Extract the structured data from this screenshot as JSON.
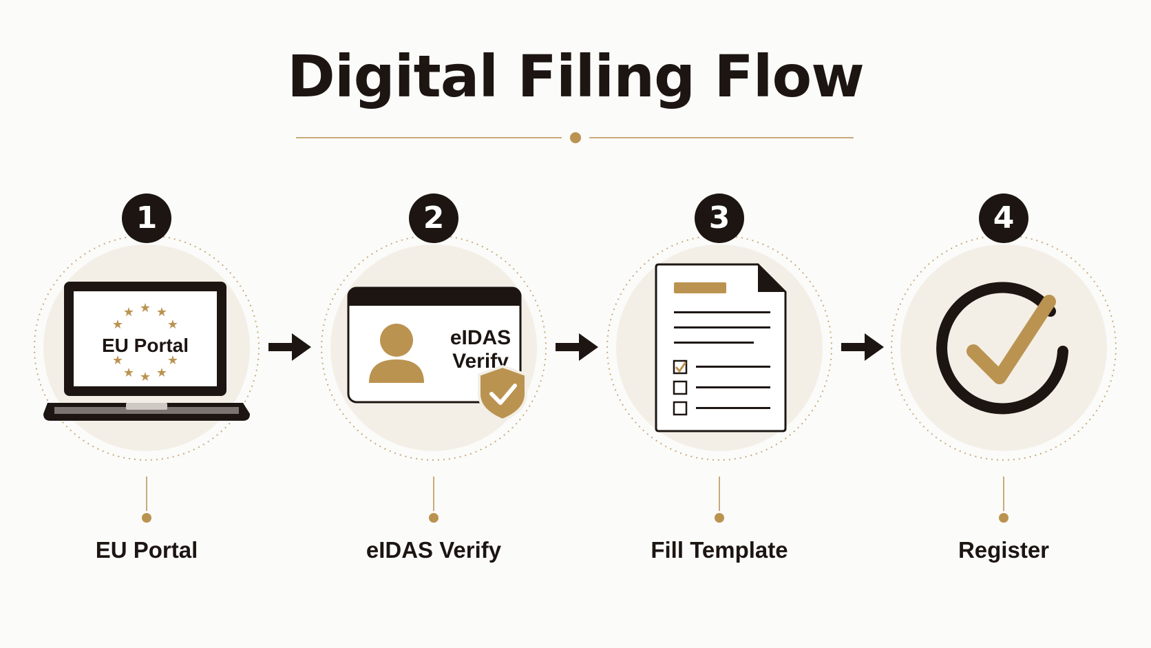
{
  "title": "Digital Filing Flow",
  "colors": {
    "ink": "#1c1511",
    "gold": "#bb9350",
    "circle_fill": "#f3efe7"
  },
  "steps": [
    {
      "number": "1",
      "label": "EU Portal",
      "icon": "laptop-icon",
      "icon_text": "EU Portal"
    },
    {
      "number": "2",
      "label": "eIDAS Verify",
      "icon": "id-card-icon",
      "icon_text_line1": "eIDAS",
      "icon_text_line2": "Verify"
    },
    {
      "number": "3",
      "label": "Fill Template",
      "icon": "document-checklist-icon"
    },
    {
      "number": "4",
      "label": "Register",
      "icon": "check-circle-icon"
    }
  ]
}
